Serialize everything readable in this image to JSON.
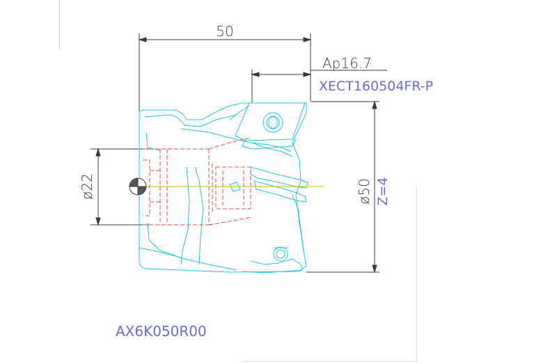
{
  "dimensions": {
    "overall_length": "50",
    "cutting_depth": "Ap16.7",
    "bore_diameter": "ø22",
    "cutter_diameter": "ø50"
  },
  "insert_code": "XECT160504FR-P",
  "teeth_count": "Z=4",
  "model_code": "AX6K050R00",
  "colors": {
    "dimension": "#3a3a3a",
    "outline": "#22c4dc",
    "hidden": "#e04848",
    "label": "#6b6bd8",
    "center": "#c8b400"
  }
}
